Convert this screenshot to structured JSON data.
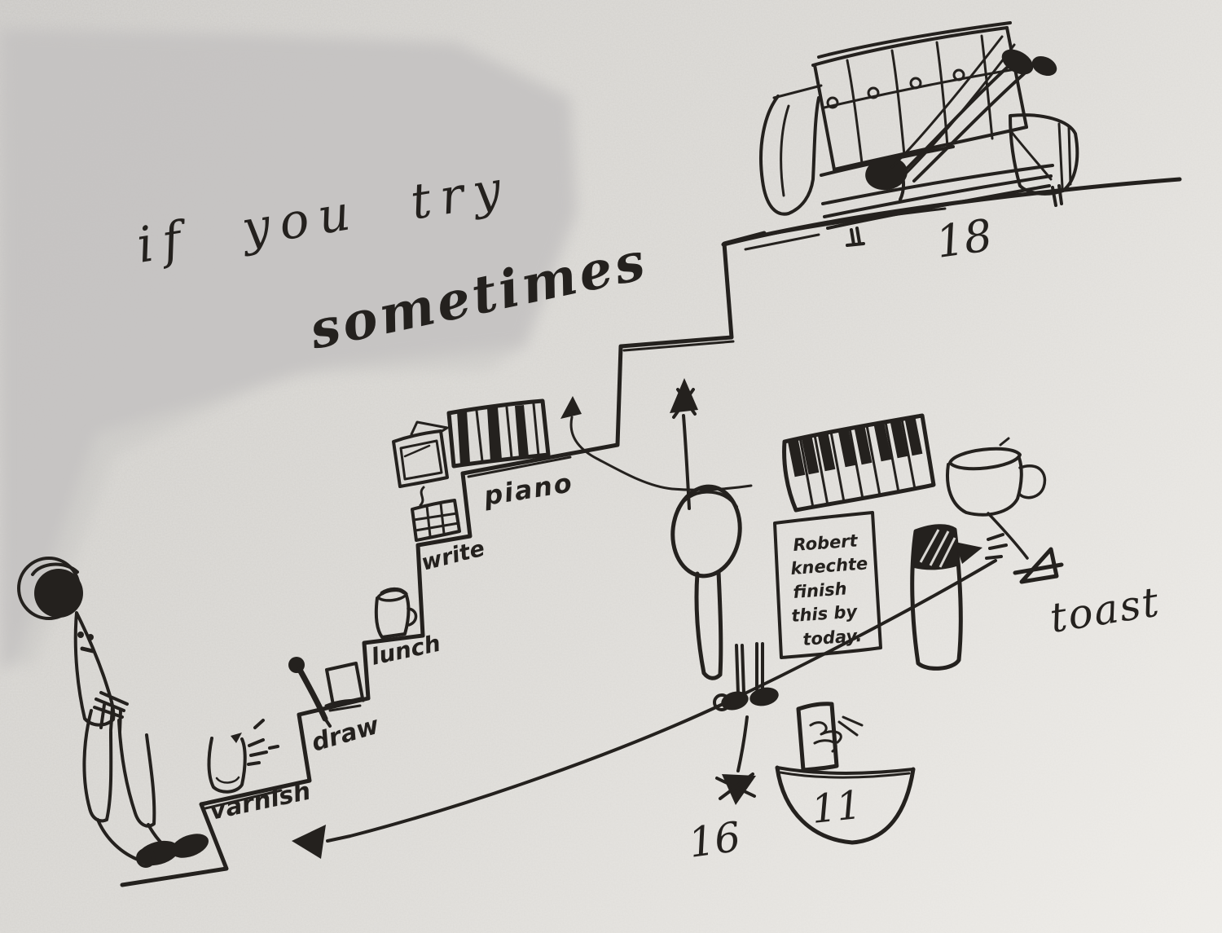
{
  "artwork": {
    "caption": {
      "line1": "if you try",
      "line2": "sometimes"
    },
    "stairs": {
      "steps": [
        {
          "label": "varnish"
        },
        {
          "label": "draw"
        },
        {
          "label": "lunch"
        },
        {
          "label": "write"
        },
        {
          "label": "piano"
        }
      ]
    },
    "sofa": {
      "number": "18"
    },
    "walking_feet": {
      "number": "16"
    },
    "boat": {
      "number": "11"
    },
    "note": {
      "lines": [
        "Robert",
        "knechte",
        "finish",
        "this by",
        "today."
      ]
    },
    "toast": {
      "label": "toast"
    },
    "colors": {
      "ink": "#24211e",
      "paper_light": "#edebe7",
      "paper_dark": "#c9c7c4",
      "wash_gray": "#c4c2c1"
    }
  }
}
